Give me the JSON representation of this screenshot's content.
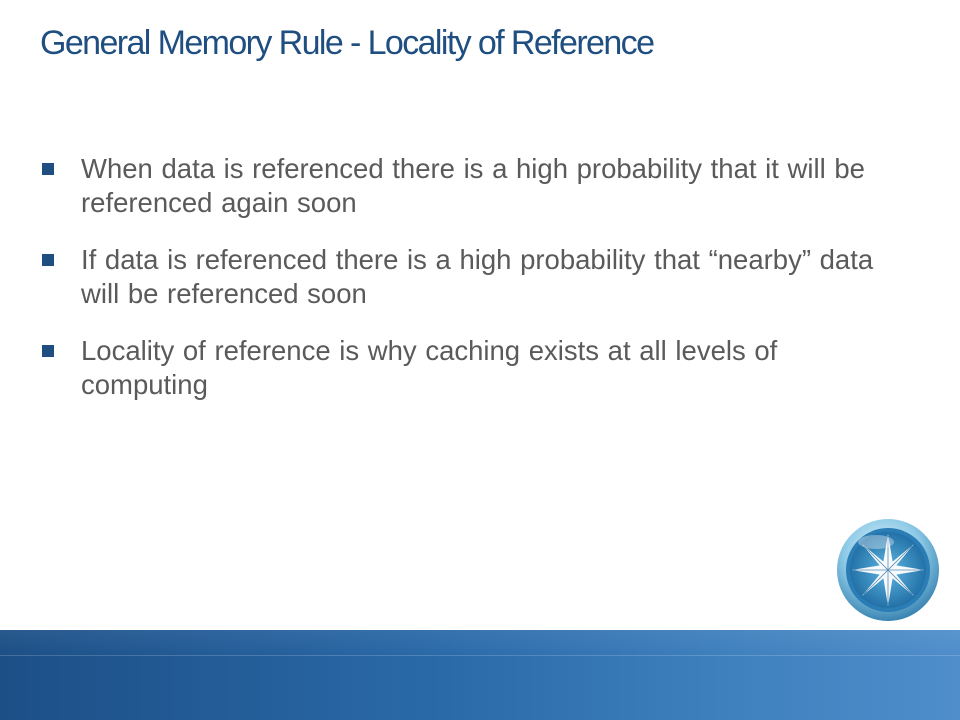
{
  "slide": {
    "title": "General Memory Rule - Locality of Reference",
    "bullets": [
      {
        "text": "When data is referenced there is a high probability that it will be referenced again soon"
      },
      {
        "text": "If data is referenced there is a high probability that “nearby” data will be referenced soon"
      },
      {
        "text": "Locality of reference is why caching exists at all levels of computing"
      }
    ],
    "logo_icon": "star-sphere-logo-icon",
    "bullet_icon": "square-bullet-icon"
  },
  "colors": {
    "title": "#1f4e80",
    "bullet_marker": "#1f4e80",
    "body_text": "#5a5a5a",
    "footer_start": "#1c4f86",
    "footer_end": "#4f8ecb"
  }
}
